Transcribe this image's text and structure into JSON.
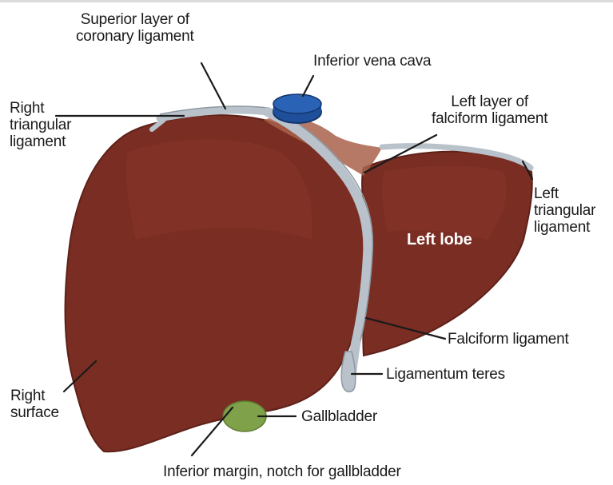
{
  "labels": {
    "superior_coronary": "Superior layer of\ncoronary ligament",
    "inferior_vena_cava": "Inferior vena cava",
    "left_falciform_layer": "Left layer of\nfalciform ligament",
    "right_triangular": "Right\ntriangular\nligament",
    "left_triangular": "Left\ntriangular\nligament",
    "left_lobe": "Left lobe",
    "falciform": "Falciform ligament",
    "ligamentum_teres": "Ligamentum teres",
    "right_surface": "Right\nsurface",
    "gallbladder": "Gallbladder",
    "inferior_margin": "Inferior margin, notch for gallbladder"
  },
  "colors": {
    "liver": "#7a2d22",
    "liver_shadow": "#5e2119",
    "liver_highlight": "#8e3a2c",
    "ligament": "#b9c2ca",
    "ligament_edge": "#8e98a2",
    "bare_area": "#a8624a",
    "vena_cava": "#1f4f9a",
    "vena_cava_dark": "#13356d",
    "gallbladder": "#7fa14a",
    "leader_line": "#1a1a1a"
  }
}
